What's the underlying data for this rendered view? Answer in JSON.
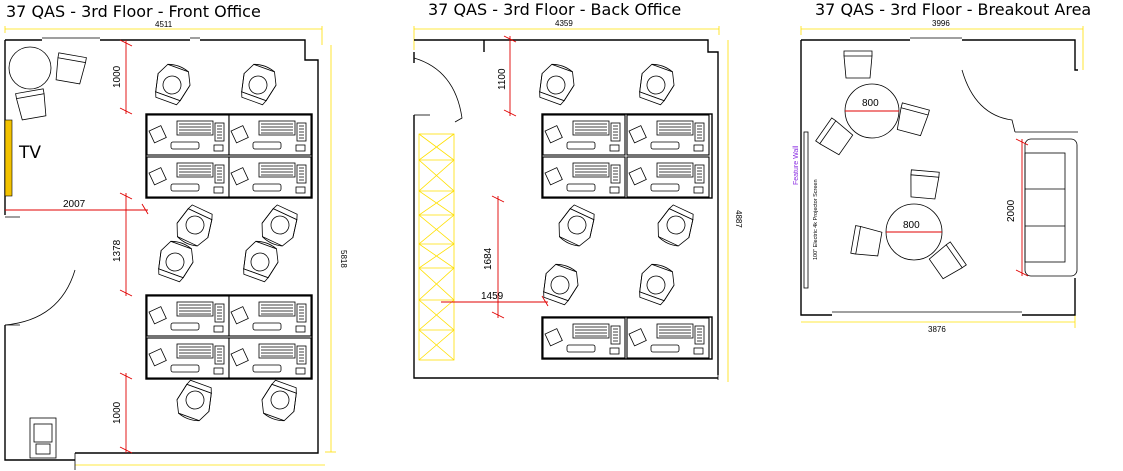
{
  "front": {
    "title": "37 QAS - 3rd Floor - Front Office",
    "width_dim": "4511",
    "height_dim": "5818",
    "dim_top": "1000",
    "dim_mid": "1378",
    "dim_bottom": "1000",
    "dim_horizontal": "2007",
    "tv": "TV"
  },
  "back": {
    "title": "37 QAS - 3rd Floor - Back Office",
    "width_dim": "4359",
    "height_dim": "4887",
    "dim_top": "1100",
    "dim_mid": "1684",
    "dim_horizontal": "1459"
  },
  "breakout": {
    "title": "37 QAS - 3rd Floor - Breakout Area",
    "width_dim_top": "3996",
    "width_dim_bottom": "3876",
    "table_upper": "800",
    "table_lower": "800",
    "sofa_dim": "2000",
    "feature_wall": "Feature Wall",
    "projector": "100\" Electric 4k Projector Screen"
  },
  "colors": {
    "dimension_line": "#ffe000",
    "measure_line": "#e00000",
    "tv_fill": "#f2c200",
    "feature_wall_text": "#8a2be2"
  }
}
